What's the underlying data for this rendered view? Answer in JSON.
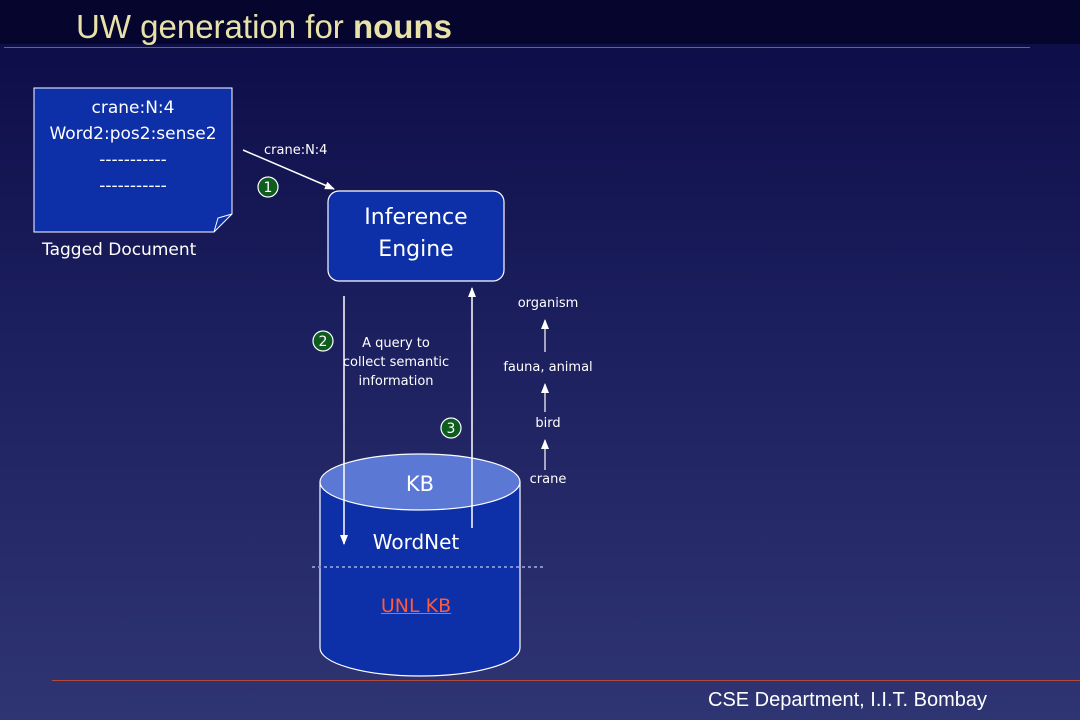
{
  "title": {
    "prefix": "UW generation for",
    "bold": "nouns"
  },
  "document": {
    "lines": [
      "crane:N:4",
      "Word2:pos2:sense2",
      "-----------",
      "-----------"
    ],
    "label": "Tagged Document"
  },
  "engine": {
    "line1": "Inference",
    "line2": "Engine"
  },
  "edges": {
    "tag_label": "crane:N:4"
  },
  "steps": [
    "1",
    "2",
    "3"
  ],
  "query": {
    "lines": [
      "A query to",
      "collect semantic",
      "information"
    ]
  },
  "database": {
    "top": "KB",
    "middle": "WordNet",
    "bottom": "UNL KB"
  },
  "hierarchy": [
    "organism",
    "fauna, animal",
    "bird",
    "crane"
  ],
  "footer": "CSE Department, I.I.T. Bombay",
  "colors": {
    "box": "#0d2fa8",
    "kb_top": "#5b79d4",
    "title": "#e8e2a8",
    "rule": "#b24b3c",
    "link": "#ff5a3c",
    "step_circle": "#0e5c1e"
  }
}
